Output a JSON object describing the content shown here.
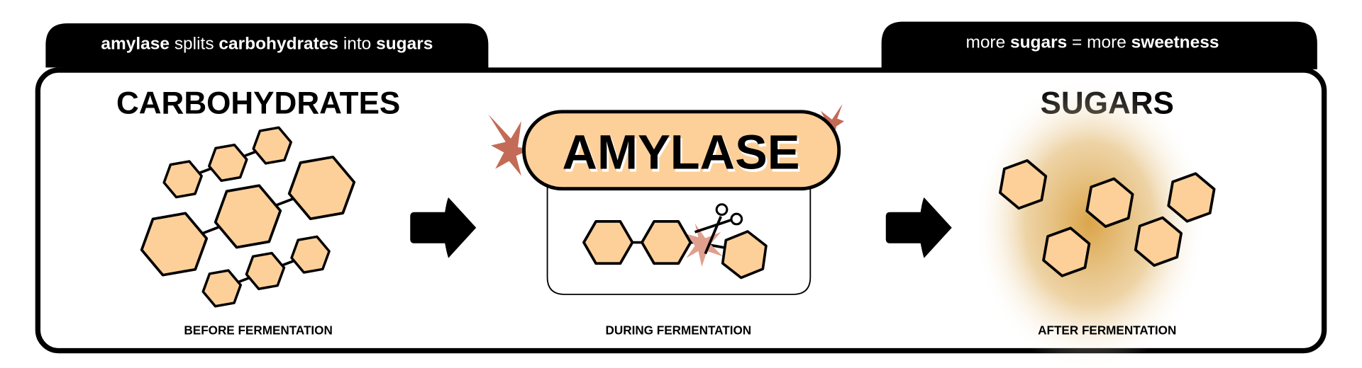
{
  "header_left": {
    "w1": "amylase",
    "w2": " splits ",
    "w3": "carbohydrates",
    "w4": " into ",
    "w5": "sugars"
  },
  "header_right": {
    "w1": "more ",
    "w2": "sugars",
    "w3": " = more ",
    "w4": "sweetness"
  },
  "panels": [
    {
      "title": "CARBOHYDRATES",
      "caption": "BEFORE FERMENTATION"
    },
    {
      "title": "AMYLASE",
      "caption": "DURING FERMENTATION"
    },
    {
      "title": "SUGARS",
      "caption": "AFTER FERMENTATION"
    }
  ],
  "icons": [
    "hexagon-molecule",
    "arrow-right",
    "scissors",
    "starburst"
  ],
  "colors": {
    "molecule_fill": "#fdd09a",
    "burst": "#c36b56",
    "glow": "#d9a040",
    "ink": "#000000"
  }
}
